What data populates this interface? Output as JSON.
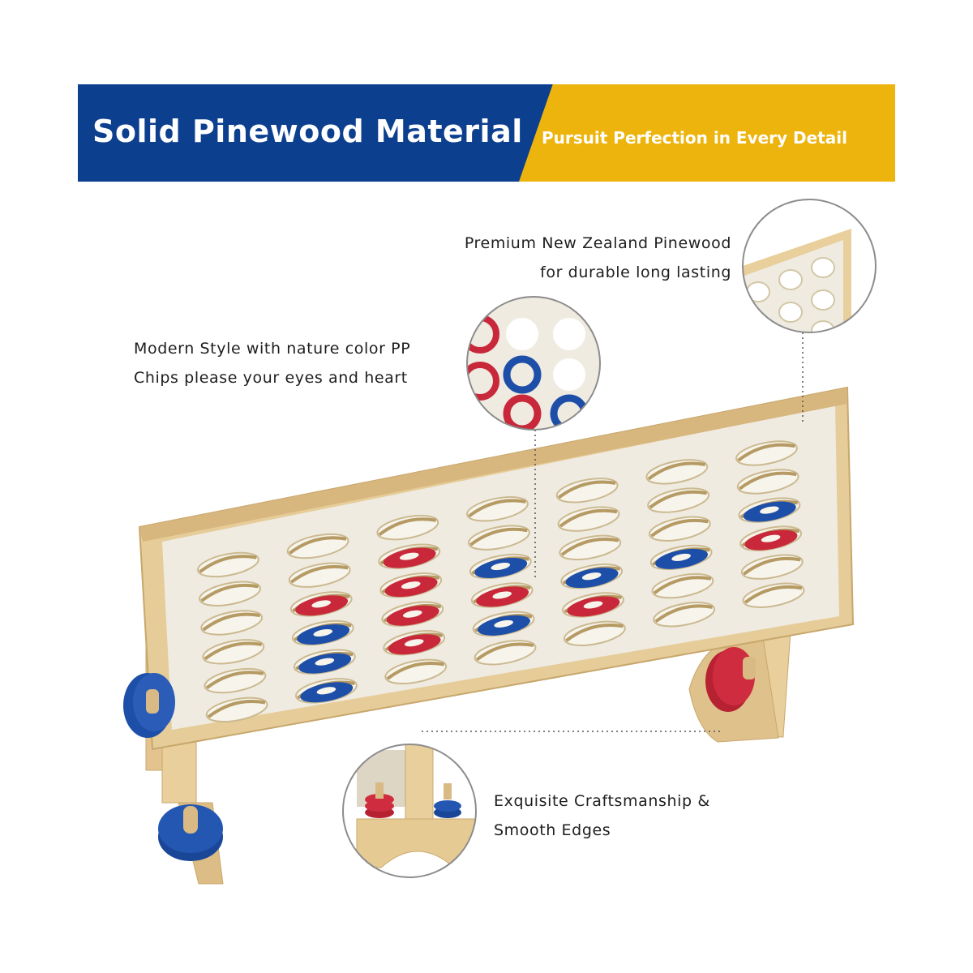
{
  "banner": {
    "title": "Solid Pinewood Material",
    "subtitle": "Pursuit Perfection in Every Detail",
    "colors": {
      "blue": "#0d3f8f",
      "yellow": "#edb40d"
    }
  },
  "callouts": [
    {
      "lines": [
        "Premium New Zealand Pinewood",
        "for durable long lasting"
      ]
    },
    {
      "lines": [
        "Modern Style with nature color PP",
        "Chips please your eyes and heart"
      ]
    },
    {
      "lines": [
        "Exquisite Craftsmanship &",
        "Smooth Edges"
      ]
    }
  ],
  "colors": {
    "wood": "#e8cf9c",
    "board": "#f1ede3",
    "red_chip": "#c8283a",
    "blue_chip": "#1e4fa8"
  }
}
